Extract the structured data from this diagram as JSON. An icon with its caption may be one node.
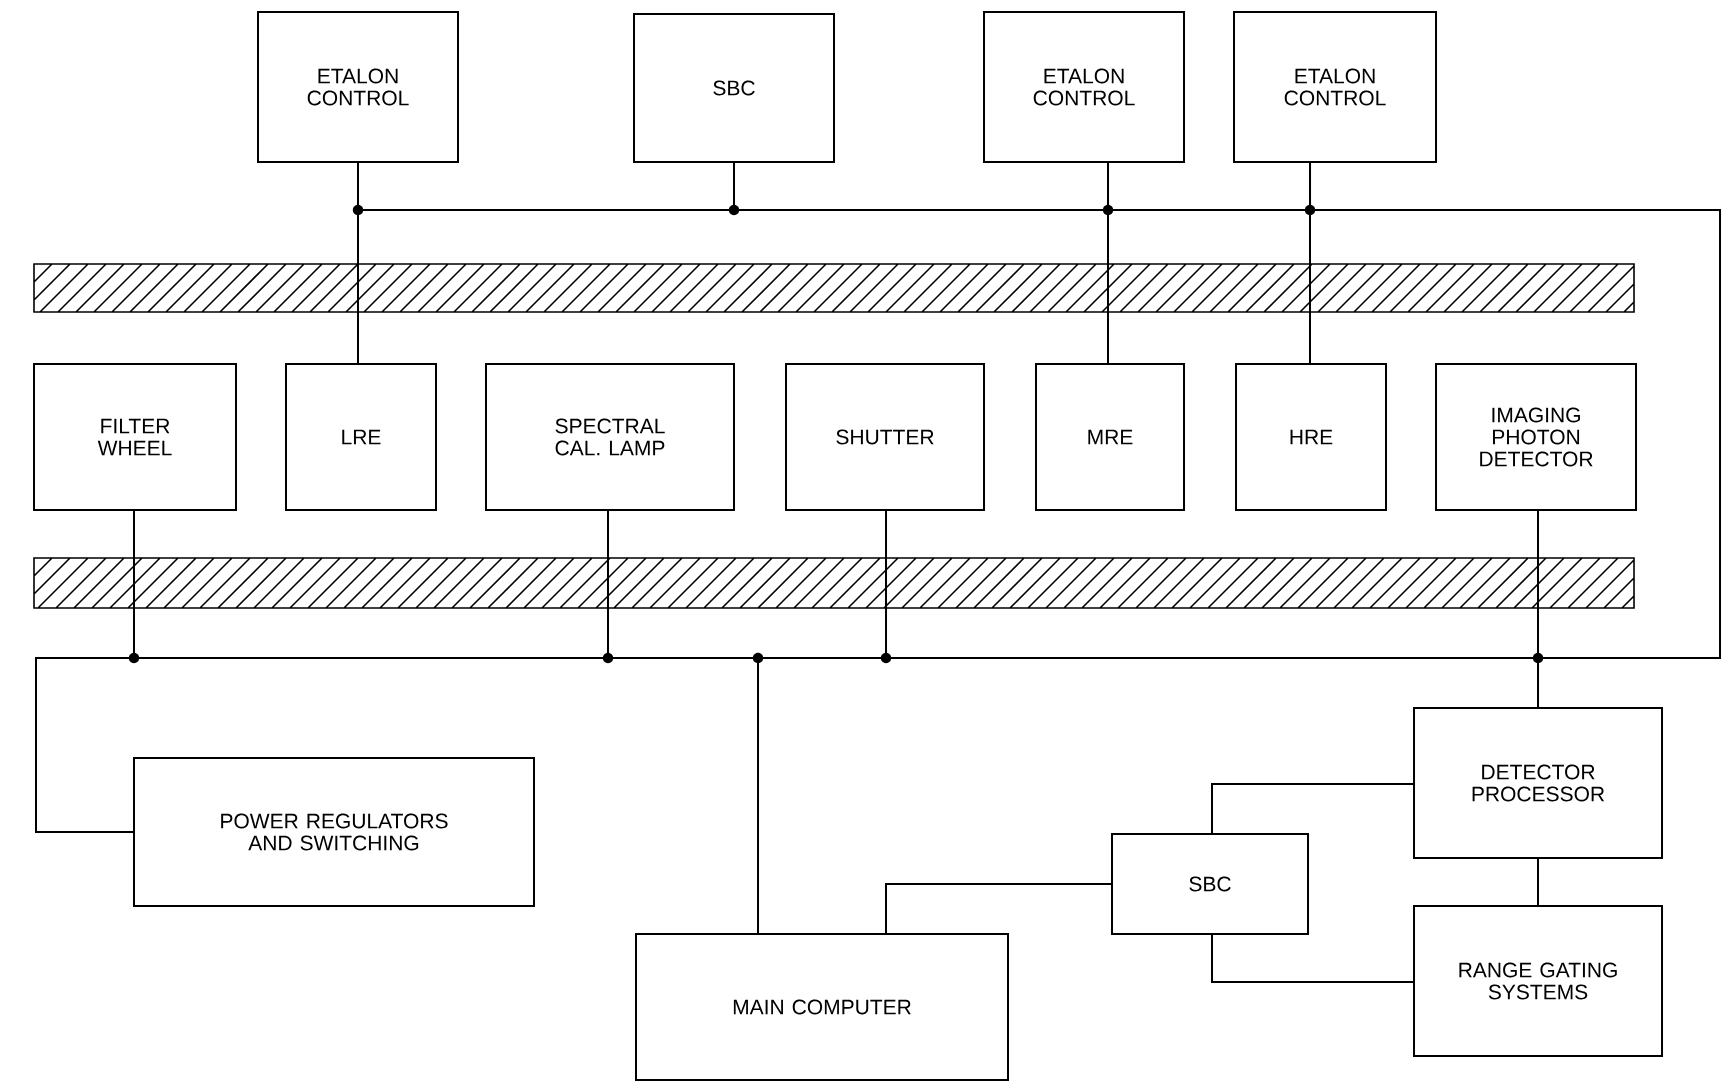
{
  "diagram": {
    "nodes": [
      {
        "text": [
          "ETALON CONTROL"
        ]
      },
      {
        "text": [
          "SBC"
        ]
      },
      {
        "text": [
          "ETALON CONTROL"
        ]
      },
      {
        "text": [
          "ETALON CONTROL"
        ]
      },
      {
        "text": [
          "FILTER WHEEL"
        ]
      },
      {
        "text": [
          "LRE"
        ]
      },
      {
        "text": [
          "SPECTRAL CAL. LAMP"
        ]
      },
      {
        "text": [
          "SHUTTER"
        ]
      },
      {
        "text": [
          "MRE"
        ]
      },
      {
        "text": [
          "HRE"
        ]
      },
      {
        "text": [
          "IMAGING PHOTON DETECTOR"
        ]
      },
      {
        "text": [
          "POWER REGULATORS AND SWITCHING"
        ]
      },
      {
        "text": [
          "DETECTOR PROCESSOR"
        ]
      },
      {
        "text": [
          "SBC"
        ]
      },
      {
        "text": [
          "RANGE GATING SYSTEMS"
        ]
      },
      {
        "text": [
          "MAIN COMPUTER"
        ]
      }
    ],
    "edges": [
      {
        "from": 0,
        "to": 1,
        "arrow": "none"
      },
      {
        "from": 1,
        "to": 2,
        "arrow": "none"
      },
      {
        "from": 2,
        "to": 3,
        "arrow": "none"
      },
      {
        "from": 3,
        "to": 12,
        "arrow": "none"
      },
      {
        "from": 0,
        "to": 5,
        "arrow": "none"
      },
      {
        "from": 2,
        "to": 8,
        "arrow": "none"
      },
      {
        "from": 3,
        "to": 9,
        "arrow": "none"
      },
      {
        "from": 10,
        "to": 12,
        "arrow": "none"
      },
      {
        "from": 12,
        "to": 7,
        "arrow": "none"
      },
      {
        "from": 7,
        "to": 15,
        "arrow": "none"
      },
      {
        "from": 6,
        "to": 15,
        "arrow": "none"
      },
      {
        "from": 4,
        "to": 6,
        "arrow": "none"
      },
      {
        "from": 11,
        "to": 4,
        "arrow": "none"
      },
      {
        "from": 12,
        "to": 14,
        "arrow": "none"
      },
      {
        "from": 13,
        "to": 12,
        "arrow": "none"
      },
      {
        "from": 13,
        "to": 14,
        "arrow": "none"
      },
      {
        "from": 13,
        "to": 15,
        "arrow": "none"
      }
    ]
  }
}
